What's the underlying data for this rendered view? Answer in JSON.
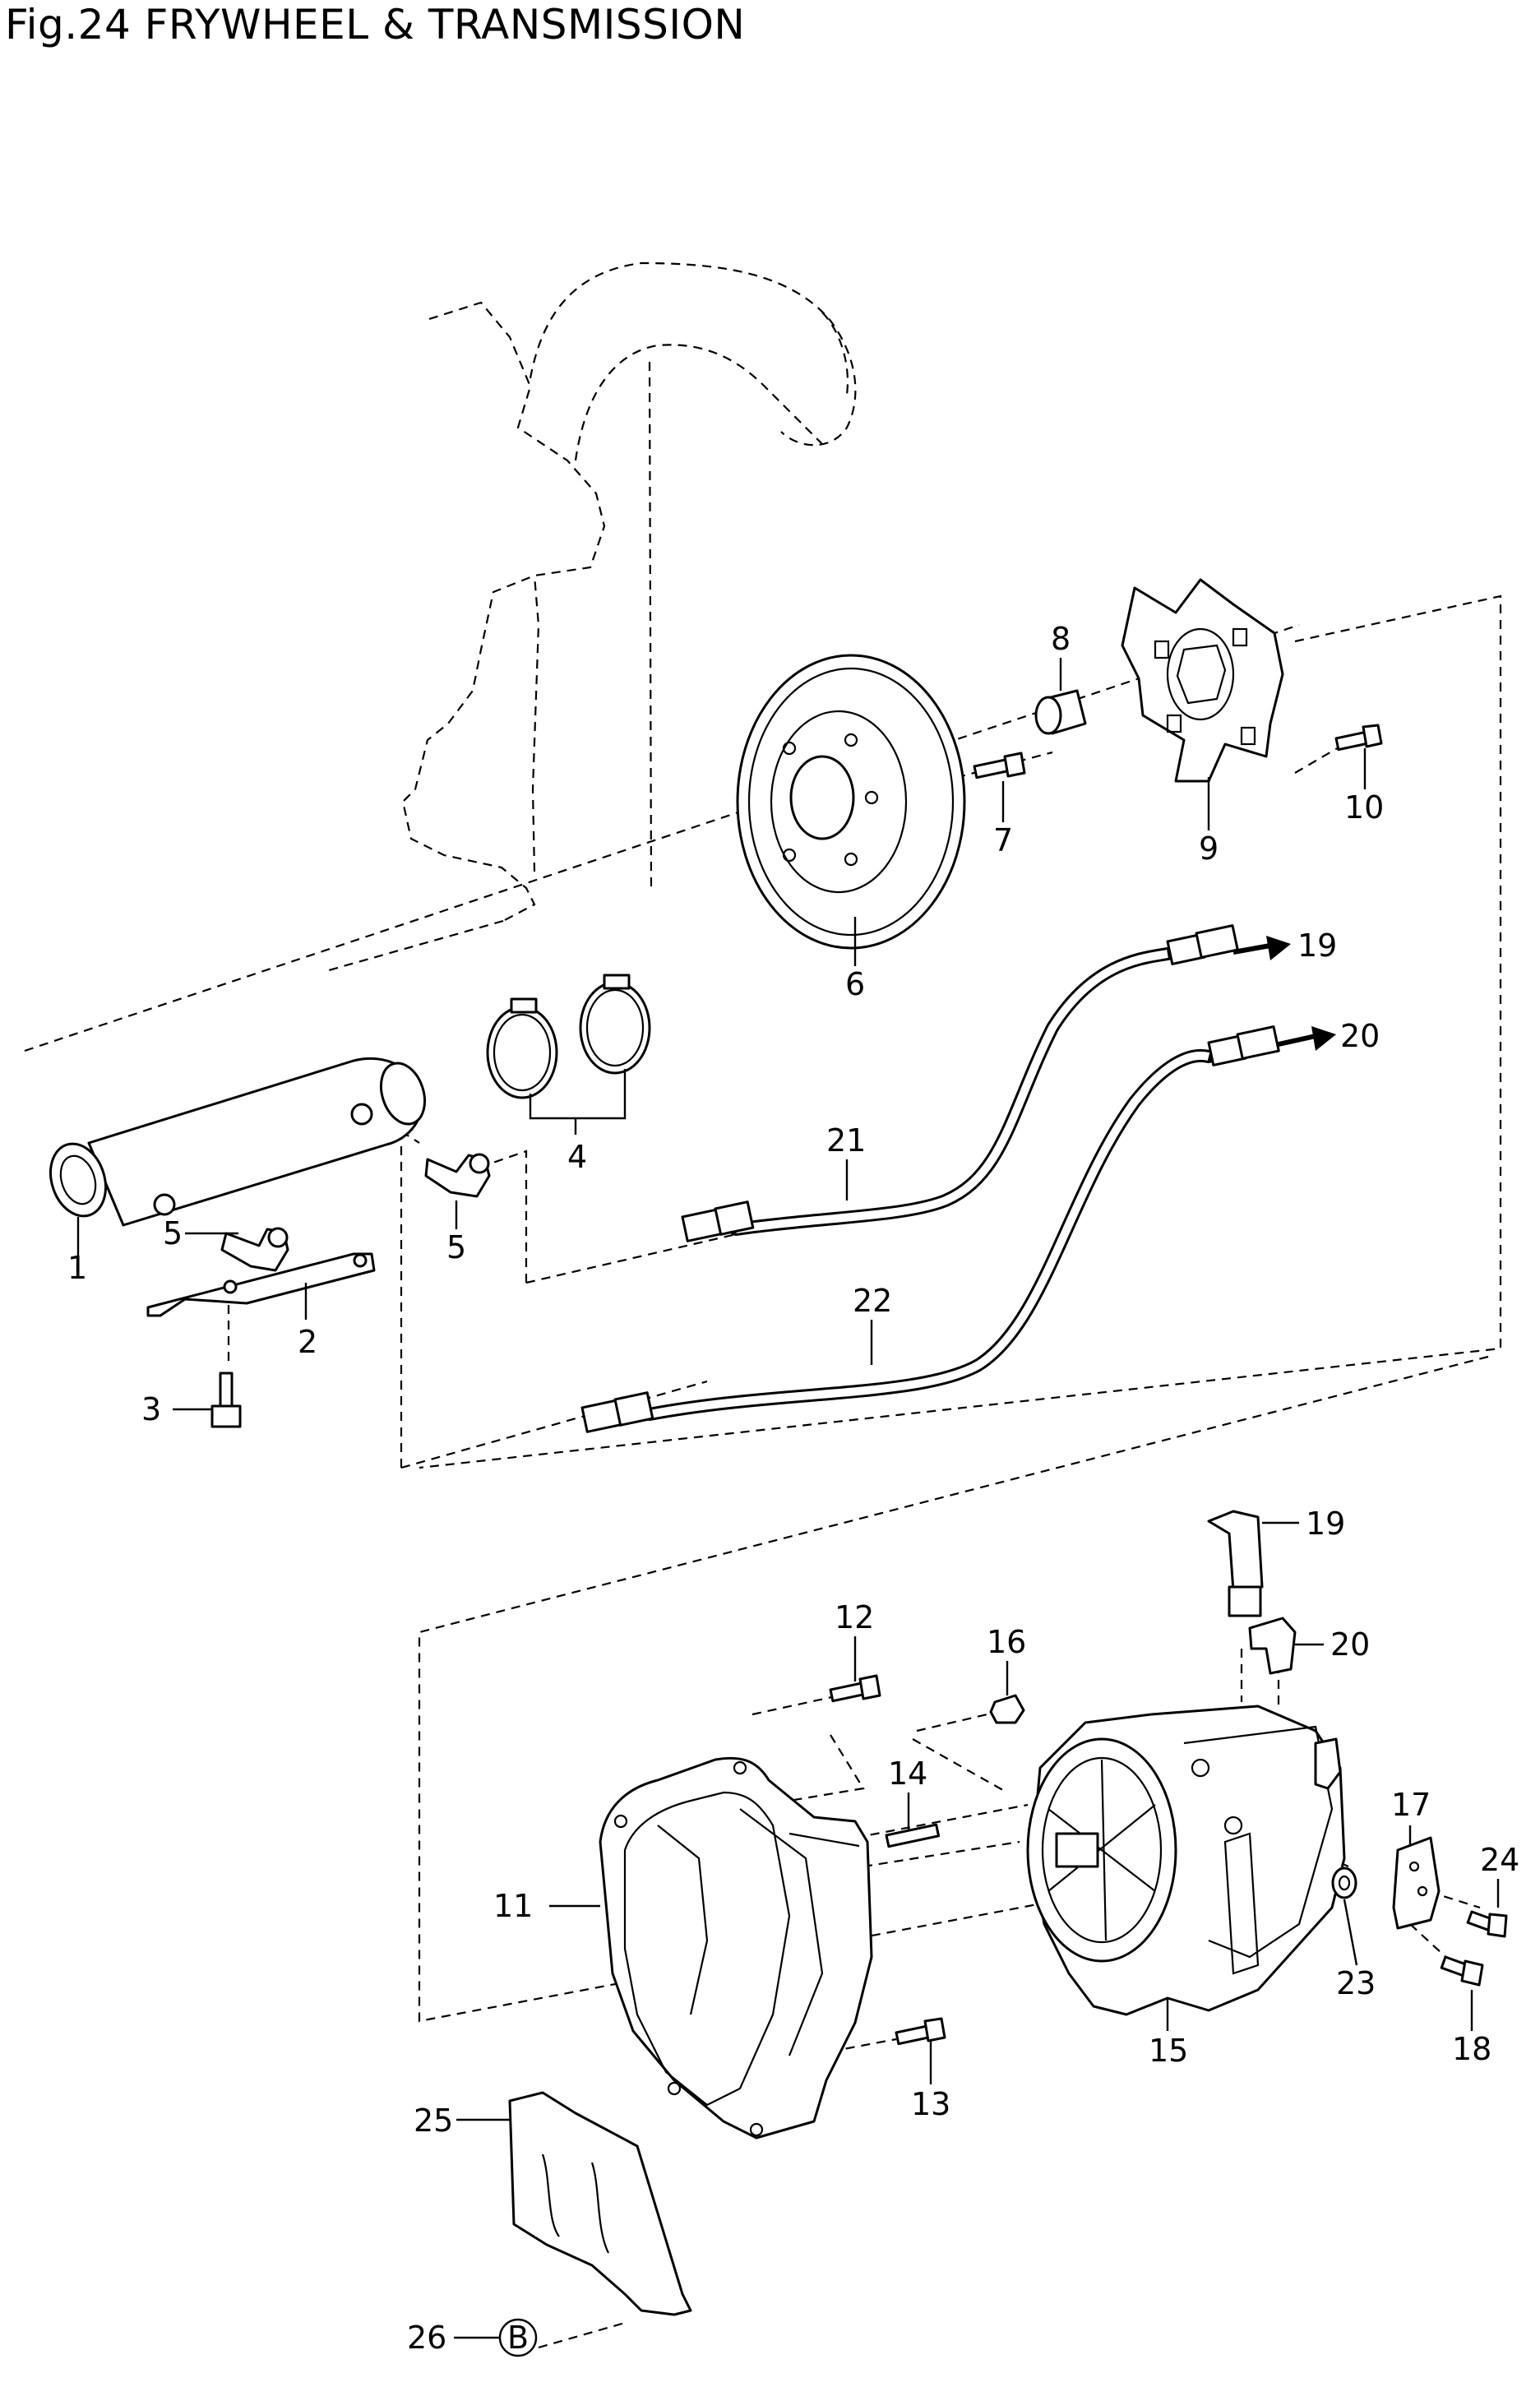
{
  "figure": {
    "title": "Fig.24 FRYWHEEL & TRANSMISSION"
  },
  "callouts": [
    {
      "id": "1",
      "label": "1"
    },
    {
      "id": "2",
      "label": "2"
    },
    {
      "id": "3",
      "label": "3"
    },
    {
      "id": "4",
      "label": "4"
    },
    {
      "id": "5a",
      "label": "5"
    },
    {
      "id": "5b",
      "label": "5"
    },
    {
      "id": "6",
      "label": "6"
    },
    {
      "id": "7",
      "label": "7"
    },
    {
      "id": "8",
      "label": "8"
    },
    {
      "id": "9",
      "label": "9"
    },
    {
      "id": "10",
      "label": "10"
    },
    {
      "id": "11",
      "label": "11"
    },
    {
      "id": "12",
      "label": "12"
    },
    {
      "id": "13",
      "label": "13"
    },
    {
      "id": "14",
      "label": "14"
    },
    {
      "id": "15",
      "label": "15"
    },
    {
      "id": "16",
      "label": "16"
    },
    {
      "id": "17",
      "label": "17"
    },
    {
      "id": "18",
      "label": "18"
    },
    {
      "id": "19a",
      "label": "19"
    },
    {
      "id": "19b",
      "label": "19"
    },
    {
      "id": "20a",
      "label": "20"
    },
    {
      "id": "20b",
      "label": "20"
    },
    {
      "id": "21",
      "label": "21"
    },
    {
      "id": "22",
      "label": "22"
    },
    {
      "id": "23",
      "label": "23"
    },
    {
      "id": "24",
      "label": "24"
    },
    {
      "id": "25",
      "label": "25"
    },
    {
      "id": "26",
      "label": "26"
    }
  ],
  "marker": {
    "letter": "B"
  }
}
